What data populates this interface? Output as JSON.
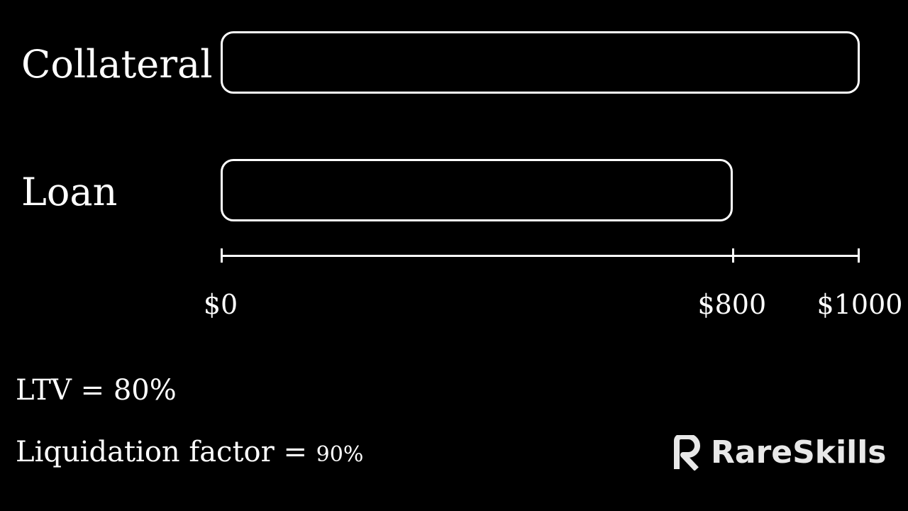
{
  "rows": {
    "collateral": {
      "label": "Collateral",
      "value": 1000
    },
    "loan": {
      "label": "Loan",
      "value": 800
    }
  },
  "axis": {
    "min": 0,
    "max": 1000,
    "ticks": [
      {
        "value": 0,
        "label": "$0"
      },
      {
        "value": 800,
        "label": "$800"
      },
      {
        "value": 1000,
        "label": "$1000"
      }
    ]
  },
  "info": {
    "ltv": "LTV = 80%",
    "liquidation_label": "Liquidation factor = ",
    "liquidation_value": "90%"
  },
  "brand": {
    "name": "RareSkills",
    "icon": "rareskills-logo-icon"
  },
  "colors": {
    "background": "#000000",
    "foreground": "#ffffff"
  }
}
